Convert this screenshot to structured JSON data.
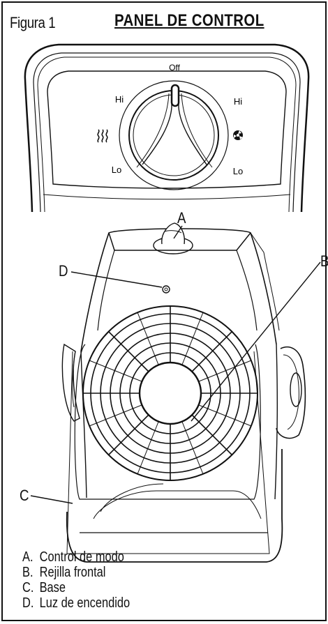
{
  "figure_label": "Figura 1",
  "panel_title": "PANEL DE CONTROL",
  "dial": {
    "off": "Off",
    "heat_hi": "Hi",
    "heat_lo": "Lo",
    "fan_hi": "Hi",
    "fan_lo": "Lo",
    "heat_icon": "heat-waves-icon",
    "fan_icon": "fan-icon"
  },
  "callouts": {
    "a": "A",
    "b": "B",
    "c": "C",
    "d": "D"
  },
  "legend": [
    {
      "letter": "A.",
      "text": "Control de modo"
    },
    {
      "letter": "B.",
      "text": "Rejilla frontal"
    },
    {
      "letter": "C.",
      "text": "Base"
    },
    {
      "letter": "D.",
      "text": "Luz de encendido"
    }
  ]
}
